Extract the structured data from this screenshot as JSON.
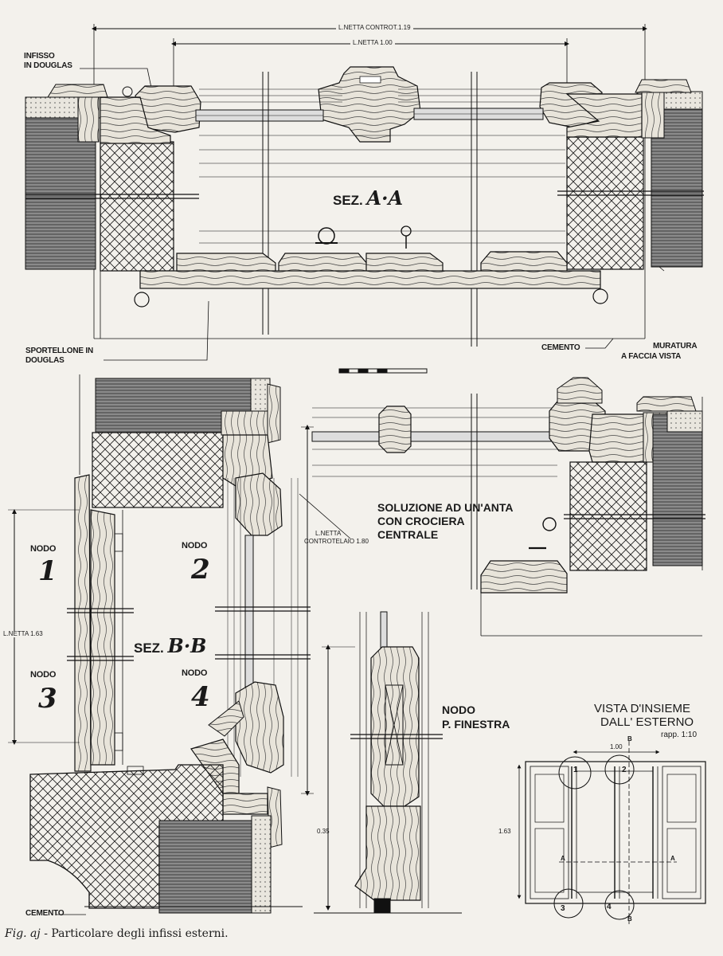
{
  "labels": {
    "l_netta_controt": "L.NETTA CONTROT.1.19",
    "l_netta_100": "L.NETTA 1.00",
    "infisso_line1": "INFISSO",
    "infisso_line2": "IN DOUGLAS",
    "sez_aa_prefix": "SEZ.",
    "sez_aa_letters": "A·A",
    "sportellone_line1": "SPORTELLONE IN",
    "sportellone_line2": "DOUGLAS",
    "cemento_top": "CEMENTO",
    "muratura_line1": "MURATURA",
    "muratura_line2": "A FACCIA VISTA",
    "soluzione_line1": "SOLUZIONE AD UN'ANTA",
    "soluzione_line2": "CON CROCIERA",
    "soluzione_line3": "CENTRALE",
    "l_netta_controtelaio_line1": "L.NETTA",
    "l_netta_controtelaio_line2": "CONTROTELAIO 1.80",
    "l_netta_163": "L.NETTA 1.63",
    "sez_bb_prefix": "SEZ.",
    "sez_bb_letters": "B·B",
    "nodo_finestra_line1": "NODO",
    "nodo_finestra_line2": "P. FINESTRA",
    "vista_line1": "VISTA D'INSIEME",
    "vista_line2": "DALL' ESTERNO",
    "vista_scale": "rapp. 1:10",
    "cemento_bottom": "CEMENTO",
    "dim_035": "0.35",
    "dim_100": "1.00",
    "dim_163": "1.63",
    "marker_b_top": "B",
    "marker_b_bottom": "B",
    "marker_a_left": "A",
    "marker_a_right": "A"
  },
  "nodes": [
    {
      "word": "NODO",
      "number": "1"
    },
    {
      "word": "NODO",
      "number": "2"
    },
    {
      "word": "NODO",
      "number": "3"
    },
    {
      "word": "NODO",
      "number": "4"
    }
  ],
  "mini_nodes": [
    "1",
    "2",
    "3",
    "4"
  ],
  "caption": {
    "fig": "Fig. aj",
    "text": " - Particolare degli infissi esterni."
  },
  "colors": {
    "ink": "#1a1a1a",
    "paper": "#f3f1ec",
    "masonry": "#777777"
  }
}
